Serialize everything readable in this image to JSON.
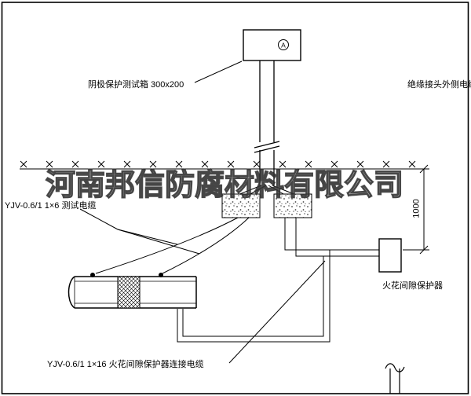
{
  "watermark": {
    "text": "河南邦信防腐材料有限公司"
  },
  "labels": {
    "test_box": "阴极保护测试箱 300x200",
    "insulated_joint_outer_cable": "绝缘接头外侧电缆",
    "test_cable": "YJV-0.6/1 1×6  测试电缆",
    "spark_gap_protector": "火花间隙保护器",
    "protector_connection_cable": "YJV-0.6/1 1×16  火花间隙保护器连接电缆",
    "dimension_1000": "1000",
    "meter": "A"
  }
}
